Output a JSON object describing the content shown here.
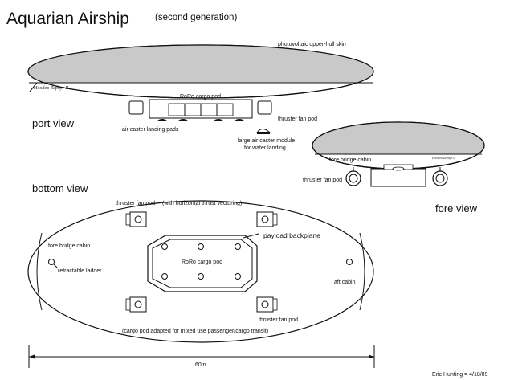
{
  "title": "Aquarian Airship",
  "subtitle": "(second generation)",
  "colors": {
    "hull_skin": "#c9c9c9",
    "line": "#111111",
    "background": "#ffffff"
  },
  "port_view": {
    "view_label": "port view",
    "skin_label": "photovoltaic upper-hull skin",
    "hull_name": "Hoodoo Zephyr II",
    "cargo_pod_label": "RoRo cargo pod",
    "thruster_label": "thruster fan pod",
    "landing_pads_label": "air caster landing pads",
    "large_caster_label_1": "large air caster module",
    "large_caster_label_2": "for water landing"
  },
  "fore_view": {
    "view_label": "fore view",
    "cabin_label": "fore bridge cabin",
    "thruster_label": "thruster fan pod",
    "hull_name": "Hoodoo Zephyr II"
  },
  "bottom_view": {
    "view_label": "bottom view",
    "thruster_top_label": "thruster fan pod",
    "thrust_note": "(with horizontal thrust vectoring)",
    "backplane_label": "payload backplane",
    "fore_cabin_label": "fore bridge cabin",
    "ladder_label": "retractable ladder",
    "cargo_pod_label": "RoRo cargo pod",
    "aft_cabin_label": "aft cabin",
    "thruster_bottom_label": "thruster fan pod",
    "cargo_note": "(cargo pod adapted for mixed use passenger/cargo  transit)"
  },
  "scale_label": "60m",
  "credit": "Eric Hunting = 4/18/09"
}
